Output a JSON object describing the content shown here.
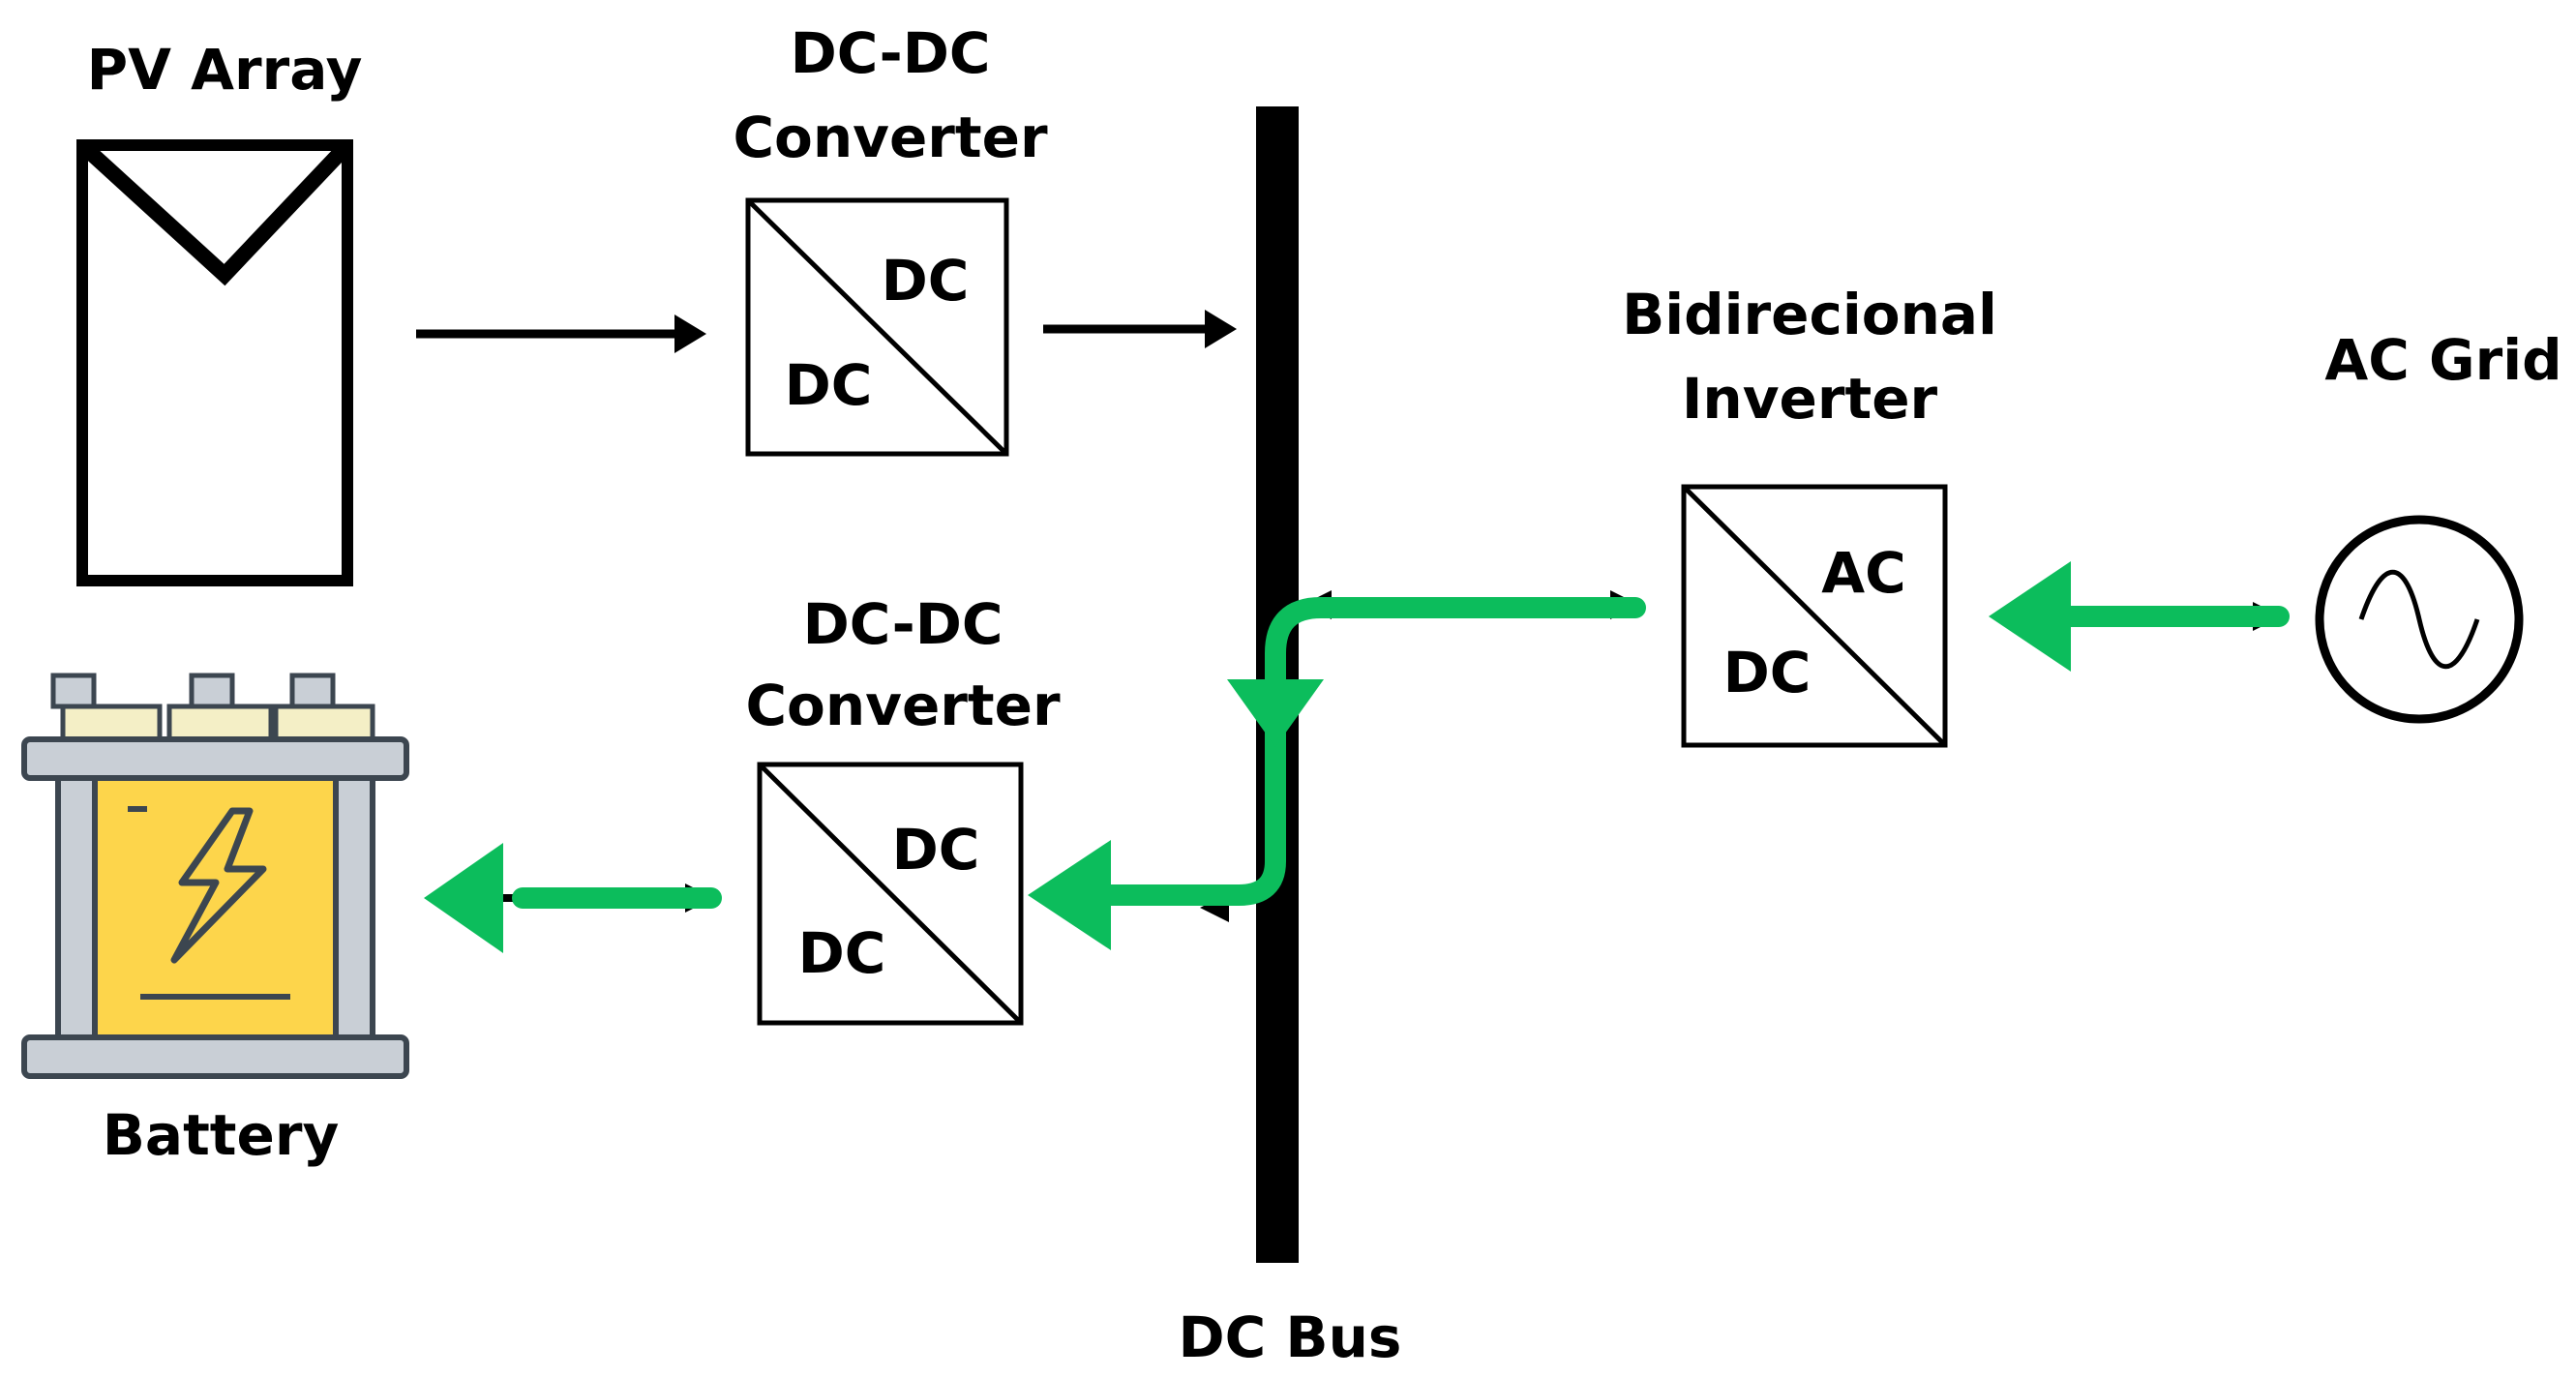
{
  "labels": {
    "pv_array": "PV Array",
    "dcdc_top_line1": "DC-DC",
    "dcdc_top_line2": "Converter",
    "dcdc_bottom_line1": "DC-DC",
    "dcdc_bottom_line2": "Converter",
    "inverter_line1": "Bidirecional",
    "inverter_line2": "Inverter",
    "ac_grid": "AC Grid",
    "battery": "Battery",
    "dc_bus": "DC Bus"
  },
  "converter_top": {
    "upper": "DC",
    "lower": "DC"
  },
  "converter_bottom": {
    "upper": "DC",
    "lower": "DC"
  },
  "inverter": {
    "upper": "AC",
    "lower": "DC"
  },
  "colors": {
    "line": "#000000",
    "flow": "#0cbd5c",
    "battery_body": "#fdd54b",
    "battery_frame": "#c9cfd6",
    "battery_outline": "#3c4650",
    "battery_terminal": "#f4efc6"
  }
}
